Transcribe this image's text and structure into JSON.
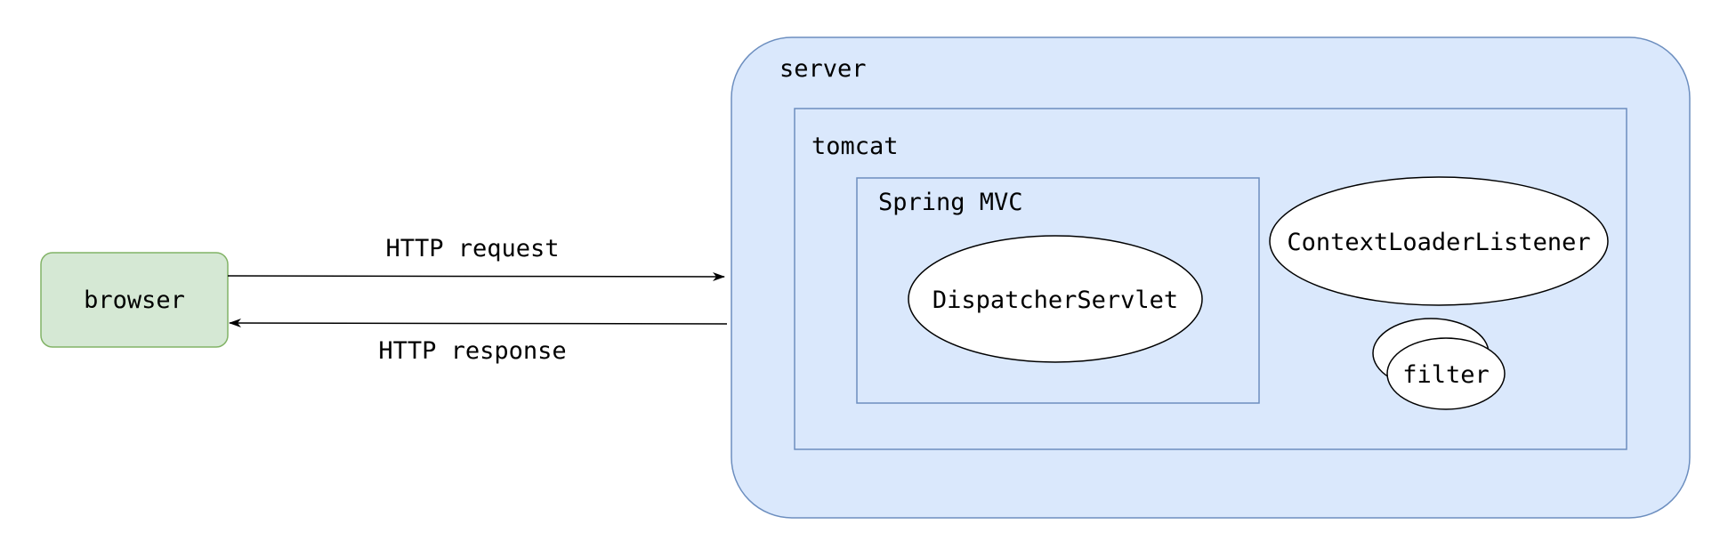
{
  "colors": {
    "server_fill": "#dae8fc",
    "server_stroke": "#6c8ebf",
    "browser_fill": "#d5e8d4",
    "browser_stroke": "#82b366",
    "node_fill": "#ffffff",
    "line": "#000000"
  },
  "nodes": {
    "browser": "browser",
    "server": "server",
    "tomcat": "tomcat",
    "spring_mvc": "Spring MVC",
    "dispatcher_servlet": "DispatcherServlet",
    "context_loader_listener": "ContextLoaderListener",
    "filter": "filter"
  },
  "edges": {
    "request": "HTTP request",
    "response": "HTTP response"
  }
}
